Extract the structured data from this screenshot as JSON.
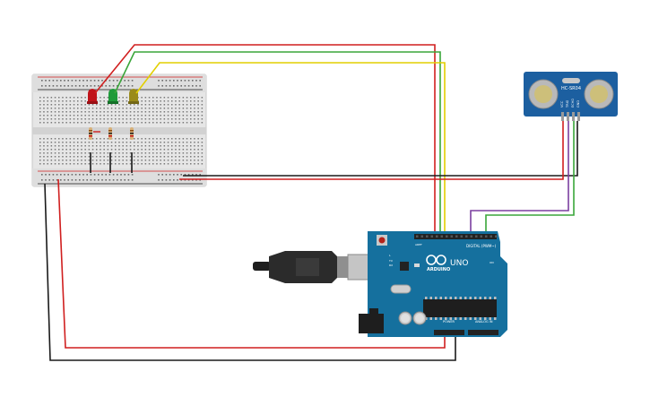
{
  "sensor": {
    "model_label": "HC-SR04",
    "pin_labels": [
      "VCC",
      "TRIG",
      "ECHO",
      "GND"
    ]
  },
  "arduino": {
    "brand_label": "ARDUINO",
    "model_label": "UNO",
    "digital_label": "DIGITAL (PWM~)",
    "power_label": "POWER",
    "analog_label": "ANALOG IN",
    "aref_label": "AREF",
    "gnd_label": "GND",
    "tx_label": "TX",
    "rx_label": "RX",
    "l_label": "L",
    "on_label": "ON"
  },
  "colors": {
    "wire_red": "#d01f1f",
    "wire_black": "#1a1a1a",
    "wire_green": "#3aa63a",
    "wire_yellow": "#e2cf00",
    "wire_purple": "#7b3fa0",
    "board_blue": "#15709e",
    "breadboard": "#e6e6e6",
    "led_red": "#c0141a",
    "led_green": "#1f9a3a",
    "led_yellow": "#9a8a1a"
  },
  "leds": [
    {
      "color": "red"
    },
    {
      "color": "green"
    },
    {
      "color": "yellow"
    }
  ],
  "icons": {
    "usb": "usb-cable-icon",
    "logo": "arduino-infinity-logo-icon"
  }
}
